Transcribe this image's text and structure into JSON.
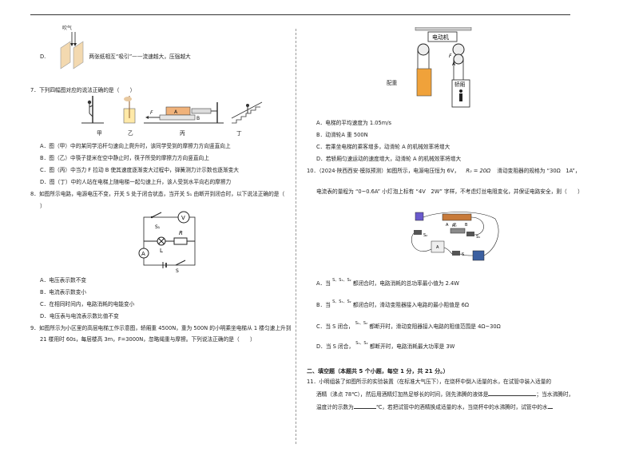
{
  "left": {
    "fig_d_label": "吹气",
    "q6_option_d": {
      "letter": "D.",
      "text": "两张纸相互“吸引”——流速越大，压强越大"
    },
    "q7": {
      "stem": "7．下列四幅图对应的说法正确的是（　　）",
      "figure_labels": [
        "甲",
        "乙",
        "丙",
        "丁"
      ],
      "fig_bing": {
        "A": "A",
        "B": "B",
        "F": "F"
      },
      "options": [
        "A．图（甲）中的某同学沿杆匀速向上爬升时，该同学受到的摩擦力方向竖直向上",
        "B．图（乙）中筷子提米在空中静止时，筷子所受的摩擦力方向竖直向上",
        "C．图（丙）中当力 F 拉动 B 使其速度逐渐变大过程中，弹簧测力计示数也逐渐变大",
        "D．图（丁）中的人站在电梯上随电梯一起匀速上升，该人受到水平向右的摩擦力"
      ]
    },
    "q8": {
      "stem_line1": "8．如图所示电路，电源电压不变，开关 S 处于闭合状态，当开关 S₁ 由断开到闭合时，以下说法正确的是（",
      "stem_line2": "）",
      "circuit_labels": {
        "V": "V",
        "S1": "S₁",
        "R": "R",
        "A": "A",
        "L": "L",
        "S": "S"
      },
      "options": [
        "A．电压表示数不变",
        "B．电流表示数变小",
        "C．在相同时间内，电路消耗的电能变小",
        "D．电压表与电流表示数比值不变"
      ]
    },
    "q9": {
      "line1": "9．如图所示为小区里的高层电梯工作示意图，轿厢重 4500N，重为 500N 的小明乘坐电梯从 1 楼匀速上升到",
      "line2": "21 楼用时 60s，每层楼高 3m，F=3000N，忽略绳重与摩擦。下列说法正确的是（　　）"
    }
  },
  "right": {
    "elevator_labels": {
      "motor": "电动机",
      "counterweight": "配重",
      "car": "轿厢",
      "A": "A",
      "F": "F"
    },
    "q9_options": [
      "A．电梯的平均速度为 1.05m/s",
      "B．动滑轮A 重 500N",
      "C．若乘坐电梯的乘客增多，动滑轮 A 的机械效率将增大",
      "D．若轿厢匀速运动的速度增大，动滑轮 A 的机械效率将增大"
    ],
    "q10": {
      "line1_a": "10．（2024·陕西西安·模拟预测）如图所示，电源电压恒为 6V，",
      "line1_r0": "R₀ = 20Ω",
      "line1_b": "滑动变阻器的规格为 “30Ω　1A”，",
      "line2": "电流表的量程为 “0~0.6A” 小灯泡上标有 “4V　2W” 字样，不考虑灯丝电阻变化，并保证电路安全，则（　　）",
      "circuit_labels": {
        "S1": "S₁",
        "S2": "S₂",
        "S": "S",
        "R0": "R₀",
        "A": "A",
        "B": "B",
        "P": "P"
      },
      "options": [
        {
          "letter": "A．当",
          "sw": "S、S₁、S₂",
          "text": "都闭合时，电路消耗的总功率最小值为 2.4W"
        },
        {
          "letter": "B．当",
          "sw": "S、S₁、S₂",
          "text": "都闭合时，滑动变阻器接入电路的最小阻值是 6Ω"
        },
        {
          "letter": "C．当 S 闭合，",
          "sw": "S₁、S₂",
          "text": "都断开时，滑动变阻器接入电路的阻值范围是 4Ω~30Ω"
        },
        {
          "letter": "D．当 S 闭合，",
          "sw": "S₁、S₂",
          "text": "都断开时，电路消耗最大功率是 3W"
        }
      ]
    },
    "section2_title": "二、填空题（本题共 5 个小题，每空 1 分，共 21 分。）",
    "q11": {
      "line1": "11．小明组装了如图所示的实验装置（在标准大气压下），在烧杯中倒入适量的水，在试管中装入适量的",
      "line2a": "酒精（沸点 78℃），然后用酒精灯加热足够长的时间，则先沸腾的液体是",
      "line2b": "；当水沸腾时，",
      "line3a": "温度计的示数为",
      "line3b": "℃，若把试管中的酒精换成适量的水，当烧杯中的水沸腾时，试管中的水"
    }
  }
}
